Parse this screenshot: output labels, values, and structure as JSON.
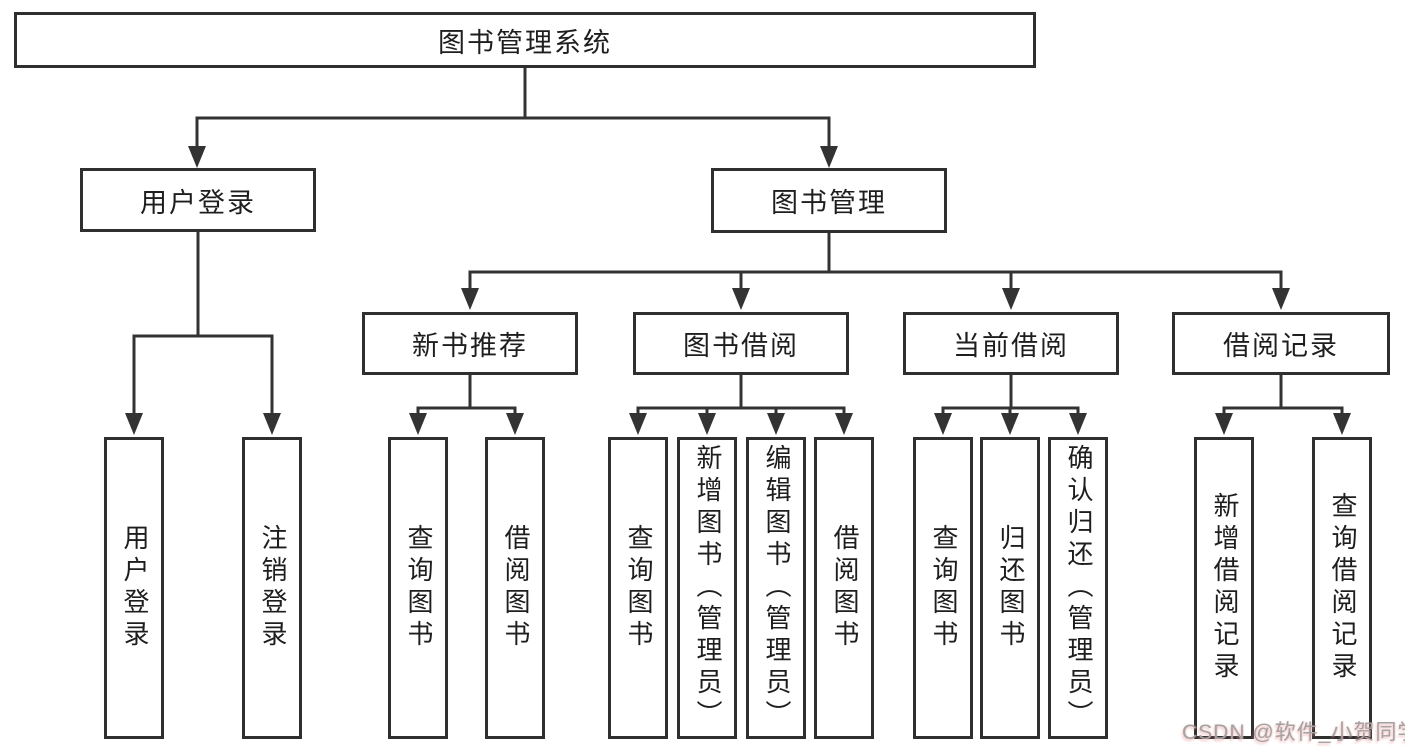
{
  "tree": {
    "label": "图书管理系统",
    "children": [
      {
        "label": "用户登录",
        "children": [
          {
            "label": "用户登录"
          },
          {
            "label": "注销登录"
          }
        ]
      },
      {
        "label": "图书管理",
        "children": [
          {
            "label": "新书推荐",
            "children": [
              {
                "label": "查询图书"
              },
              {
                "label": "借阅图书"
              }
            ]
          },
          {
            "label": "图书借阅",
            "children": [
              {
                "label": "查询图书"
              },
              {
                "label": "新增图书（管理员）"
              },
              {
                "label": "编辑图书（管理员）"
              },
              {
                "label": "借阅图书"
              }
            ]
          },
          {
            "label": "当前借阅",
            "children": [
              {
                "label": "查询图书"
              },
              {
                "label": "归还图书"
              },
              {
                "label": "确认归还（管理员）"
              }
            ]
          },
          {
            "label": "借阅记录",
            "children": [
              {
                "label": "新增借阅记录"
              },
              {
                "label": "查询借阅记录"
              }
            ]
          }
        ]
      }
    ]
  },
  "watermark": {
    "text": "CSDN @软件_小贺同学"
  },
  "colors": {
    "line": "#333333",
    "box_border": "#2f2f2f",
    "text": "#1e1e1e",
    "background": "#ffffff",
    "watermark": "#a3a3a3"
  }
}
